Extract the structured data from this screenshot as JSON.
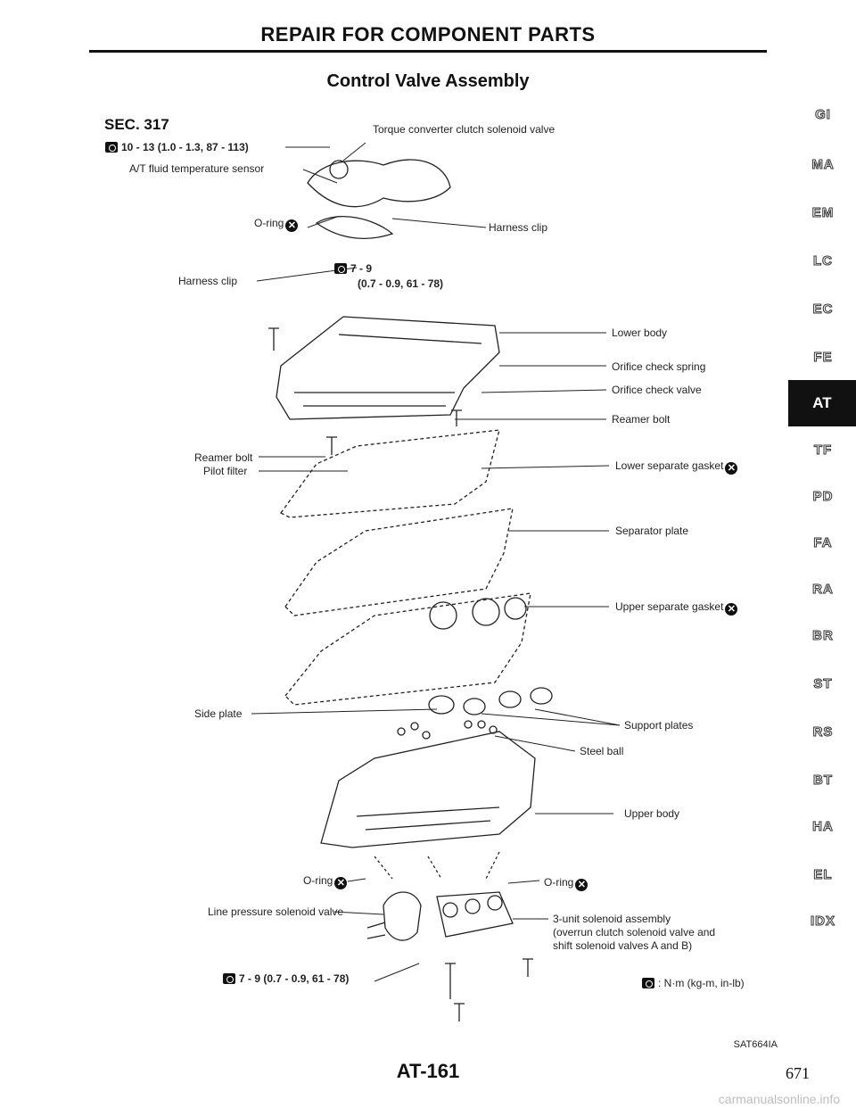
{
  "header": {
    "title": "REPAIR FOR COMPONENT PARTS"
  },
  "subtitle": "Control Valve Assembly",
  "section": "SEC. 317",
  "labels": {
    "torque_top": "10 - 13 (1.0 - 1.3, 87 - 113)",
    "fluid_sensor": "A/T fluid temperature sensor",
    "oring_top": "O-ring",
    "tcc_solenoid": "Torque converter clutch solenoid valve",
    "harness_clip_right": "Harness clip",
    "harness_clip_left": "Harness clip",
    "torque_mid_1": "7 - 9",
    "torque_mid_2": "(0.7 - 0.9, 61 - 78)",
    "lower_body": "Lower body",
    "orifice_spring": "Orifice check spring",
    "orifice_valve": "Orifice check valve",
    "reamer_bolt_right": "Reamer bolt",
    "reamer_bolt_left": "Reamer bolt",
    "pilot_filter": "Pilot filter",
    "lower_gasket": "Lower separate gasket",
    "separator_plate": "Separator plate",
    "upper_gasket": "Upper separate gasket",
    "side_plate": "Side plate",
    "support_plates": "Support plates",
    "steel_ball": "Steel ball",
    "upper_body": "Upper body",
    "oring_left": "O-ring",
    "oring_right": "O-ring",
    "line_pressure": "Line pressure solenoid valve",
    "three_unit_1": "3-unit solenoid assembly",
    "three_unit_2": "(overrun clutch solenoid valve and",
    "three_unit_3": "shift solenoid valves A and B)",
    "torque_bottom": "7 - 9 (0.7 - 0.9, 61 - 78)",
    "legend": ": N·m (kg-m, in-lb)"
  },
  "sidebar": [
    "GI",
    "MA",
    "EM",
    "LC",
    "EC",
    "FE",
    "AT",
    "TF",
    "PD",
    "FA",
    "RA",
    "BR",
    "ST",
    "RS",
    "BT",
    "HA",
    "EL",
    "IDX"
  ],
  "footer": {
    "figure_code": "SAT664IA",
    "page_id": "AT-161",
    "page_number": "671",
    "watermark": "carmanualsonline.info"
  }
}
